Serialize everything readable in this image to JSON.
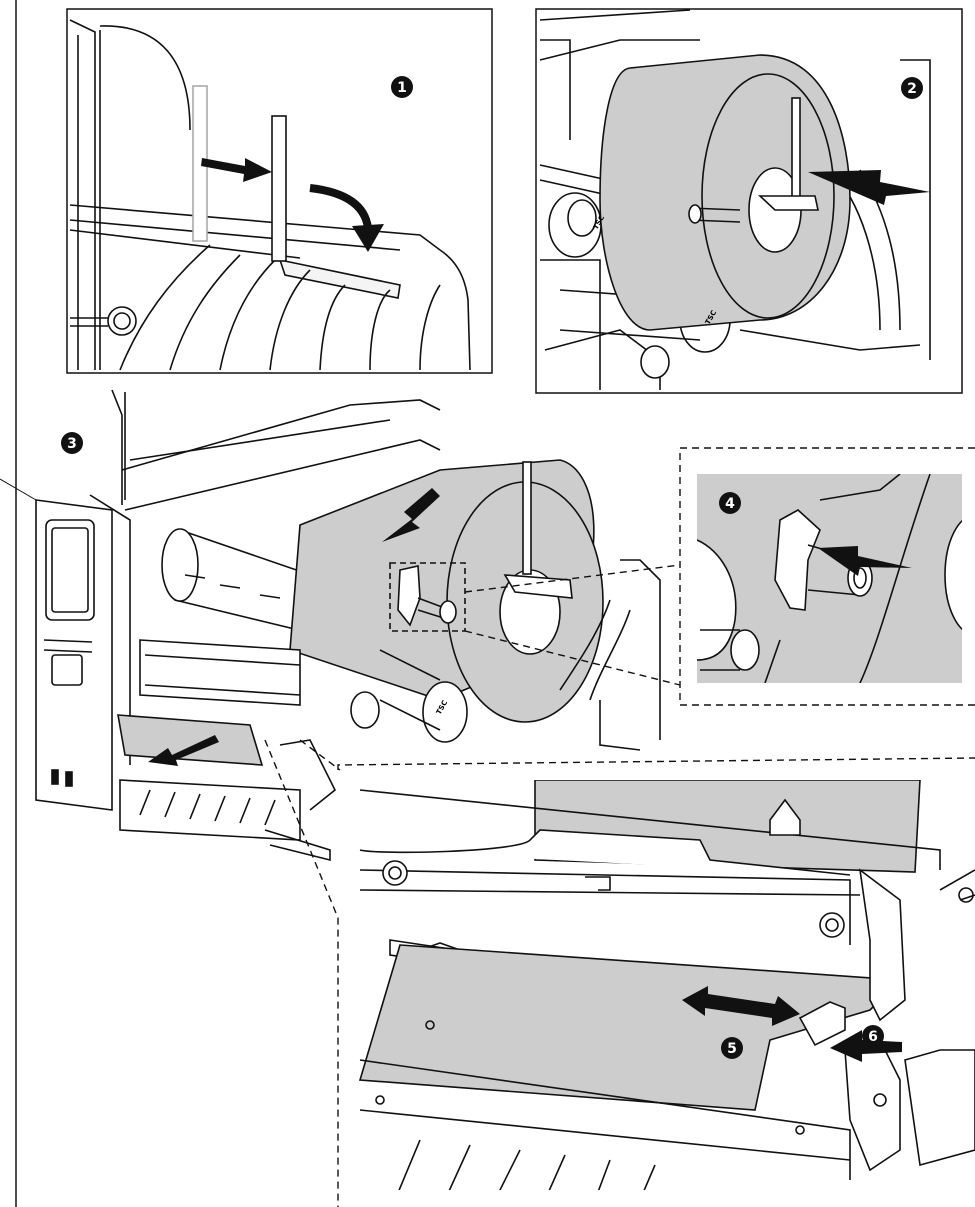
{
  "figure": {
    "description_steps": [
      {
        "number": "1",
        "panel": "paper-guide-fold"
      },
      {
        "number": "2",
        "panel": "load-media-roll"
      },
      {
        "number": "3",
        "panel": "printer-overview"
      },
      {
        "number": "4",
        "panel": "roll-retainer-detail"
      },
      {
        "number": "5",
        "panel": "media-guide-adjust"
      },
      {
        "number": "6",
        "panel": "media-guide-lock"
      }
    ],
    "brand_marks": [
      "TSC",
      "TSC",
      "TSC"
    ]
  },
  "colors": {
    "stroke": "#111111",
    "media_fill": "#cdcdcd",
    "background": "#ffffff",
    "marker_fill": "#111111",
    "marker_text": "#ffffff"
  }
}
